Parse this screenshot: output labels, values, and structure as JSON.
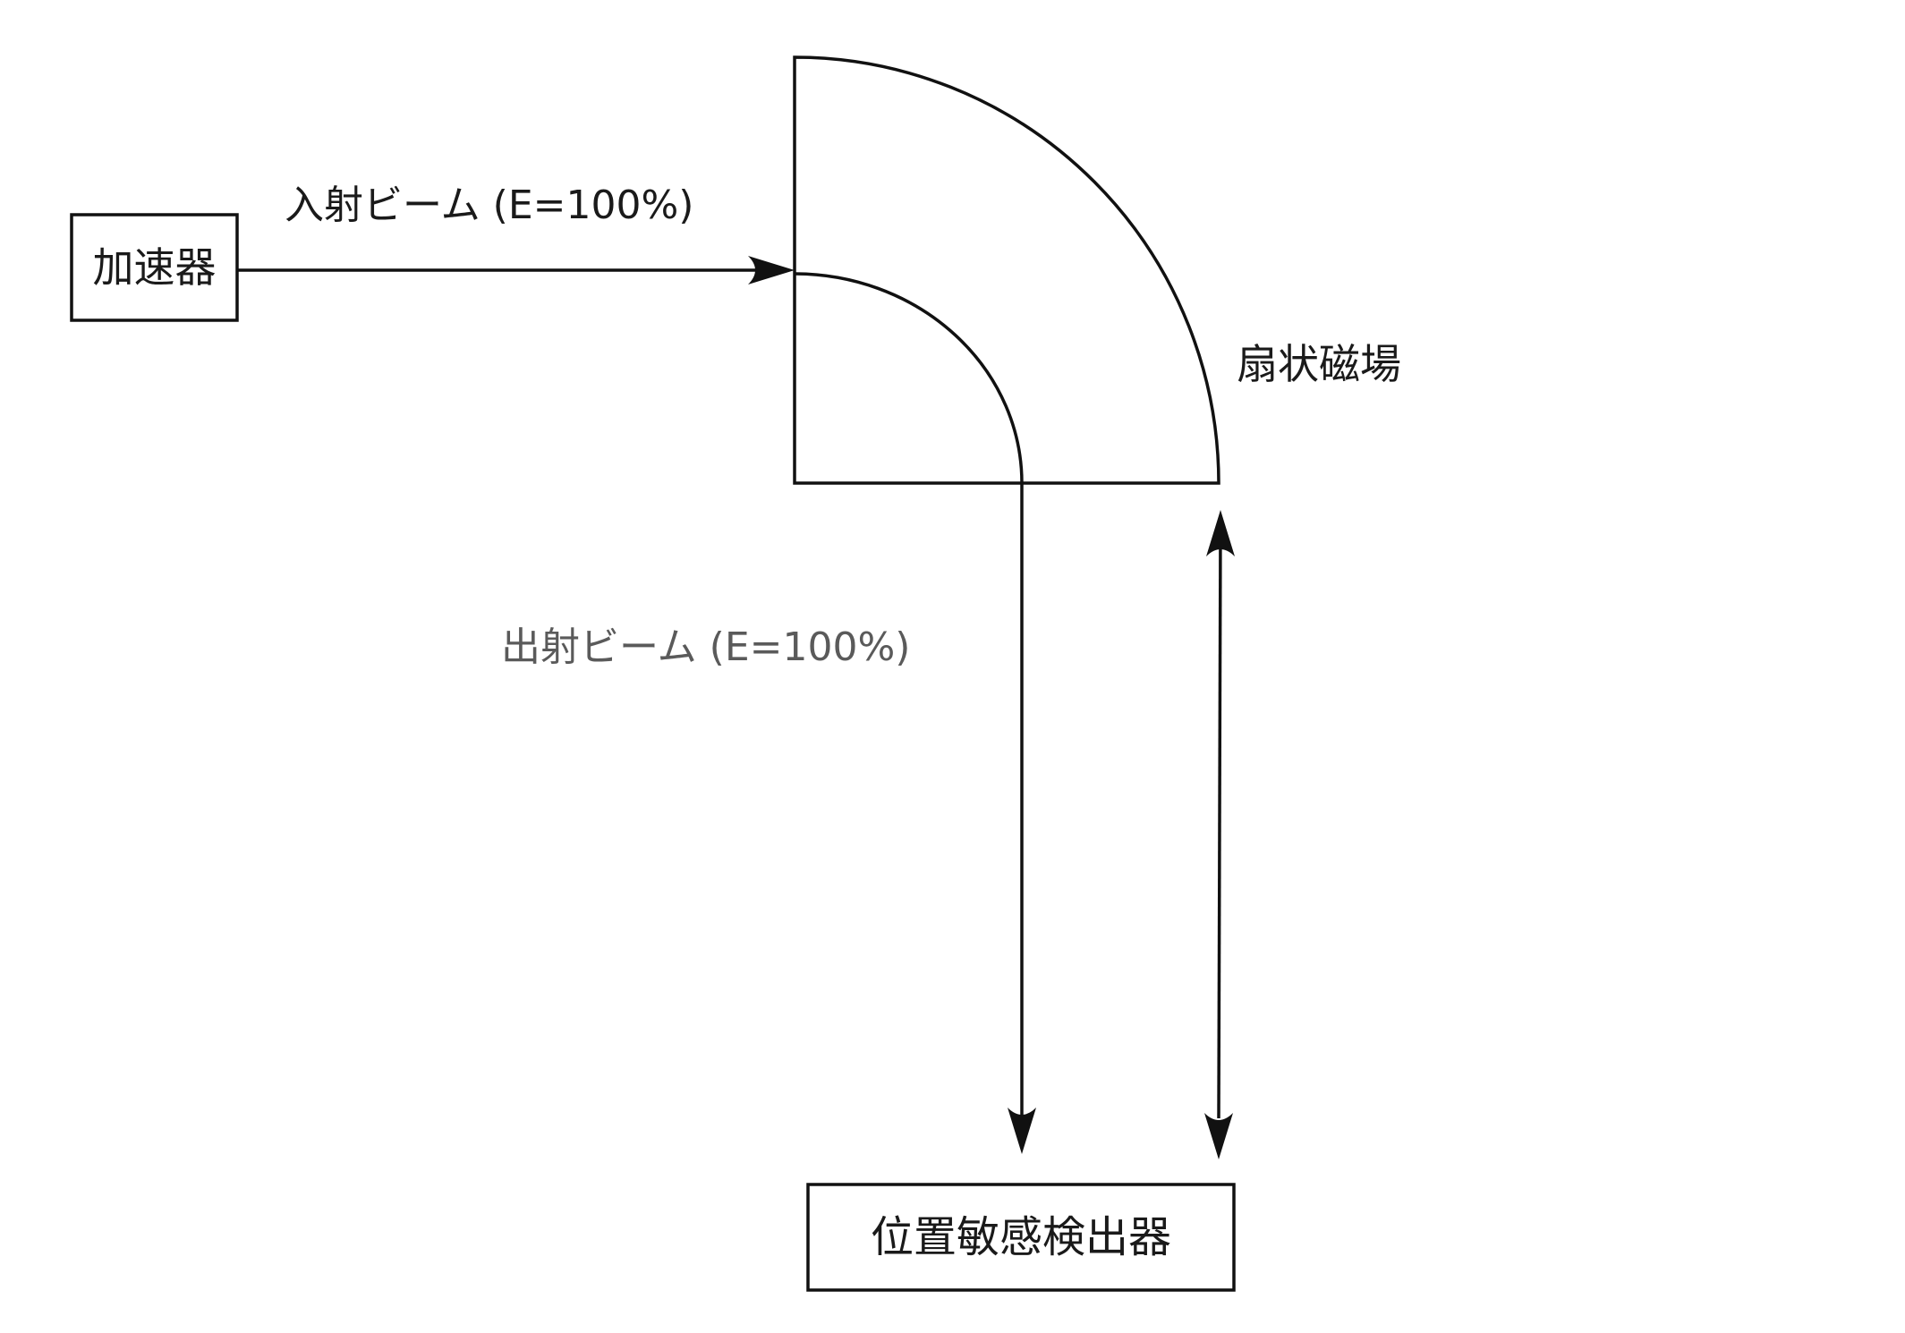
{
  "diagram": {
    "accelerator_label": "加速器",
    "incident_beam_label": "入射ビーム (E=100%)",
    "sector_field_label": "扇状磁場",
    "exit_beam_label": "出射ビーム (E=100%)",
    "detector_label": "位置敏感検出器"
  },
  "colors": {
    "line": "#111111",
    "text": "#1a1a1a",
    "exit_label_text": "#5a5a5a",
    "background": "#ffffff"
  }
}
